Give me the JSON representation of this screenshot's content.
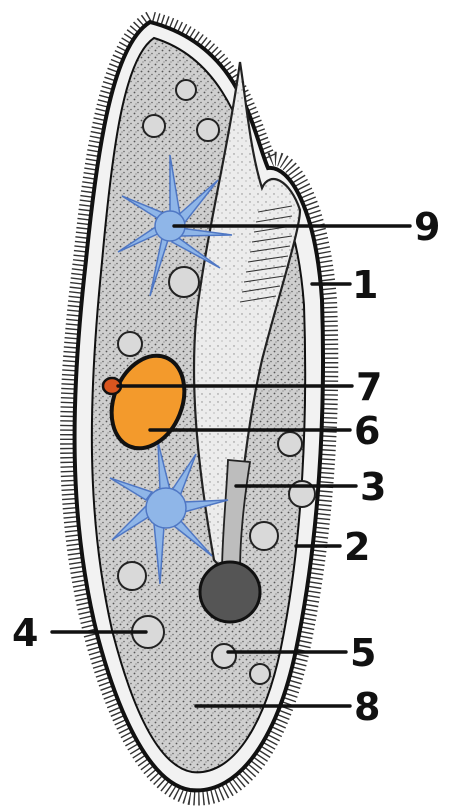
{
  "labels": {
    "l1": "1",
    "l2": "2",
    "l3": "3",
    "l4": "4",
    "l5": "5",
    "l6": "6",
    "l7": "7",
    "l8": "8",
    "l9": "9"
  },
  "colors": {
    "outline": "#111111",
    "cytoplasm": "#c9c9c9",
    "pellicle": "#f2f2f2",
    "vacuole_blue": "#8fb6e8",
    "vacuole_blue_dark": "#4f77c4",
    "macronucleus": "#f39a2c",
    "micronucleus": "#d8551f",
    "background": "#ffffff"
  }
}
